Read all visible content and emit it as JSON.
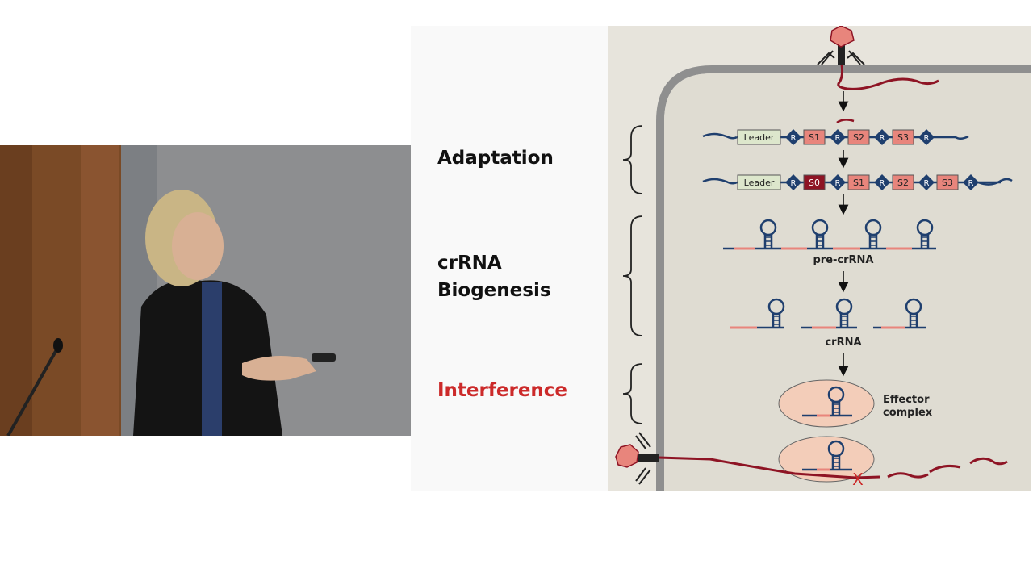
{
  "stages": {
    "adaptation": "Adaptation",
    "biogenesis_line1": "crRNA",
    "biogenesis_line2": "Biogenesis",
    "interference": "Interference"
  },
  "diagram": {
    "leader": "Leader",
    "repeat": "R",
    "spacers_before": [
      "S1",
      "S2",
      "S3"
    ],
    "spacers_after": [
      "S0",
      "S1",
      "S2",
      "S3"
    ],
    "pre_crrna_label": "pre-crRNA",
    "crrna_label": "crRNA",
    "effector_line1": "Effector",
    "effector_line2": "complex",
    "cleavage_mark": "X"
  },
  "colors": {
    "stage_text": "#111111",
    "interference": "#cc2a2a",
    "panel_bg": "#e7e4dc",
    "cell_interior": "#dfdcd2",
    "membrane": "#8f8f8f",
    "dna_blue": "#1f3f6e",
    "phage_red": "#8e1424",
    "spacer_fill": "#e8857c",
    "new_spacer": "#8e1424",
    "leader_fill": "#dde7cc",
    "effector_fill": "#f3cdb9"
  }
}
